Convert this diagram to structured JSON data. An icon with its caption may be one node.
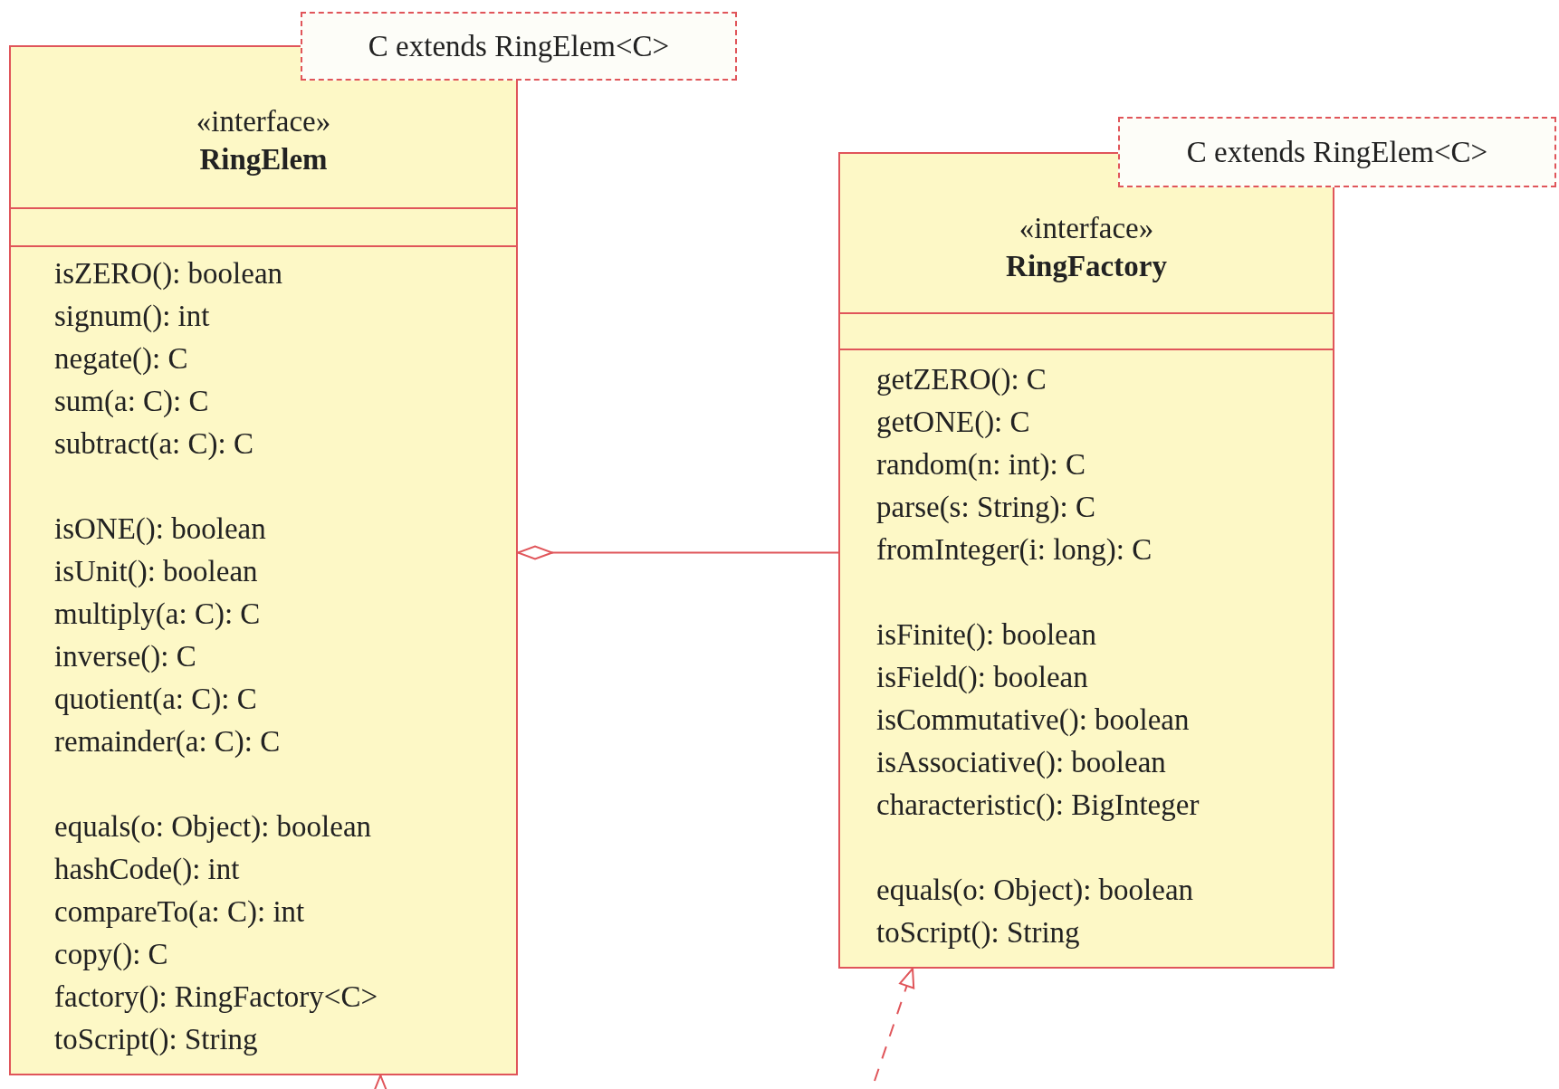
{
  "diagram": {
    "nodes": [
      {
        "text": [
          "«interface»",
          "RingElem",
          "isZERO(): boolean",
          "signum(): int",
          "negate(): C",
          "sum(a: C): C",
          "subtract(a: C): C",
          "isONE(): boolean",
          "isUnit(): boolean",
          "multiply(a: C): C",
          "inverse(): C",
          "quotient(a: C): C",
          "remainder(a: C): C",
          "equals(o: Object): boolean",
          "hashCode(): int",
          "compareTo(a: C): int",
          "copy(): C",
          "factory(): RingFactory<C>",
          "toScript(): String"
        ]
      },
      {
        "text": [
          "C extends RingElem<C>"
        ]
      },
      {
        "text": [
          "«interface»",
          "RingFactory",
          "getZERO(): C",
          "getONE(): C",
          "random(n: int): C",
          "parse(s: String): C",
          "fromInteger(i: long): C",
          "isFinite(): boolean",
          "isField(): boolean",
          "isCommutative(): boolean",
          "isAssociative(): boolean",
          "characteristic(): BigInteger",
          "equals(o: Object): boolean",
          "toScript(): String"
        ]
      },
      {
        "text": [
          "C extends RingElem<C>"
        ]
      }
    ],
    "edges": [
      {
        "from": 2,
        "to": 0,
        "arrow": "other"
      },
      {
        "from": null,
        "to": 0,
        "arrow": "to"
      },
      {
        "from": null,
        "to": 2,
        "arrow": "to",
        "style": "dashed"
      }
    ]
  }
}
